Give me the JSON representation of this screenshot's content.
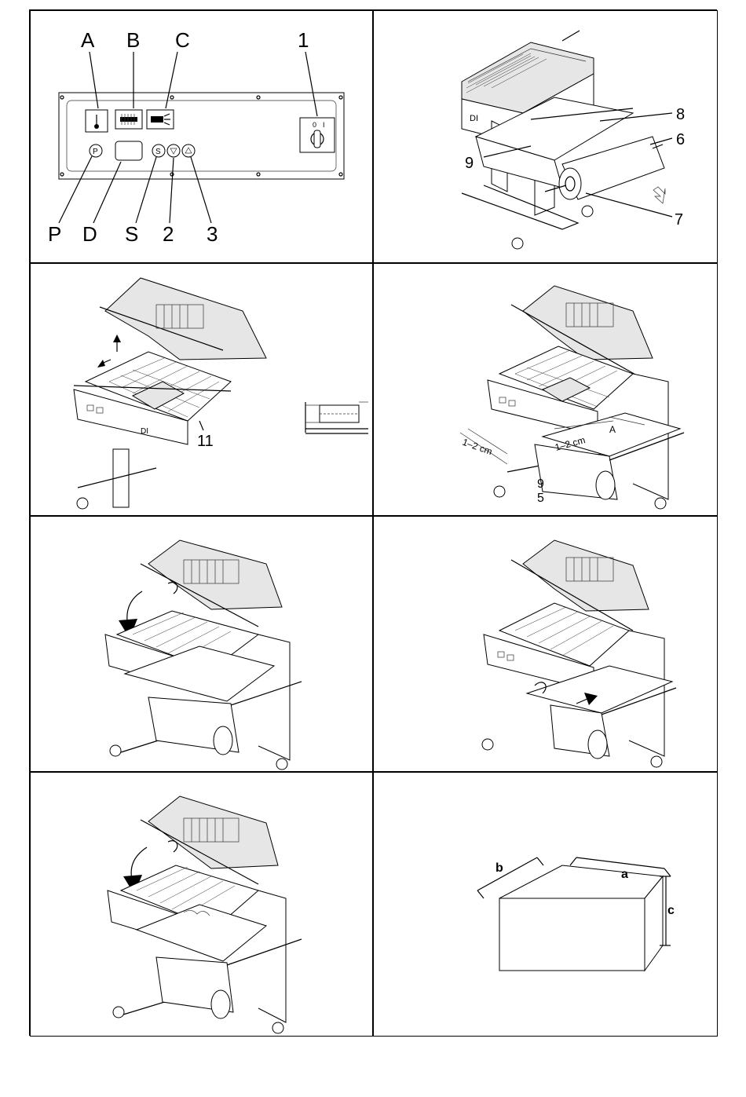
{
  "panel1": {
    "top_labels": [
      "A",
      "B",
      "C",
      "1"
    ],
    "bottom_labels": [
      "P",
      "D",
      "S",
      "2",
      "3"
    ],
    "button_letters": [
      "P",
      "S"
    ],
    "switch_marks": [
      "0",
      "I"
    ]
  },
  "panel2": {
    "callouts": [
      "8",
      "6",
      "9",
      "7"
    ],
    "machine_badge": "DI"
  },
  "panel3": {
    "callouts": [
      "11"
    ],
    "machine_badge": "DI"
  },
  "panel4": {
    "measure_left": "1–2 cm",
    "measure_mid": "1–2 cm",
    "measure_right": "A",
    "callouts": [
      "9",
      "5"
    ]
  },
  "panel8": {
    "dims": [
      "b",
      "a",
      "c"
    ]
  },
  "colors": {
    "ink": "#000000",
    "shade": "#e6e6e6",
    "background": "#ffffff"
  }
}
